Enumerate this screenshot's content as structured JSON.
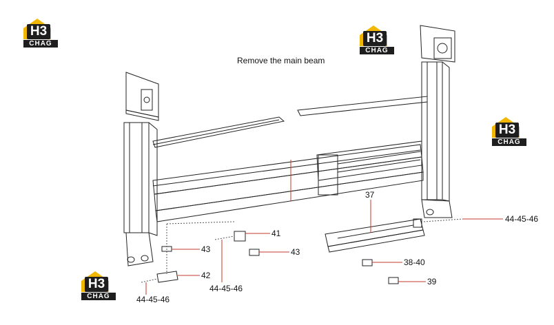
{
  "title": "Remove the main beam",
  "logo": {
    "top": "H3",
    "bottom": "CHAG",
    "accent": "#f2b705",
    "dark": "#1e1e1e"
  },
  "callouts": {
    "c41": "41",
    "c43a": "43",
    "c43b": "43",
    "c42": "42",
    "c37": "37",
    "c3840": "38-40",
    "c39": "39",
    "c444546_right": "44-45-46",
    "c444546_center": "44-45-46",
    "c444546_left": "44-45-46"
  },
  "colors": {
    "leader": "#c0392b",
    "line": "#222222"
  }
}
